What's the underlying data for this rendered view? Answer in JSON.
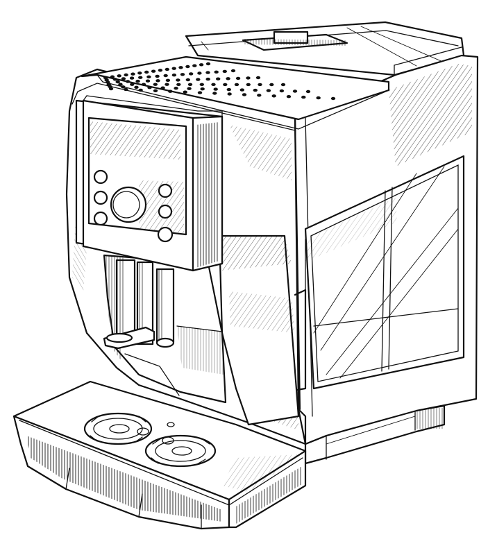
{
  "drawing": {
    "subject": "espresso-machine",
    "style": "patent-line-drawing",
    "colors": {
      "ink": "#111111",
      "paper": "#ffffff"
    },
    "control_panel": {
      "left_buttons": 3,
      "right_buttons": 3,
      "center_dial": 1
    },
    "drip_tray": {
      "cup_rings": 2
    },
    "top_vents": true,
    "water_tank": "transparent"
  }
}
